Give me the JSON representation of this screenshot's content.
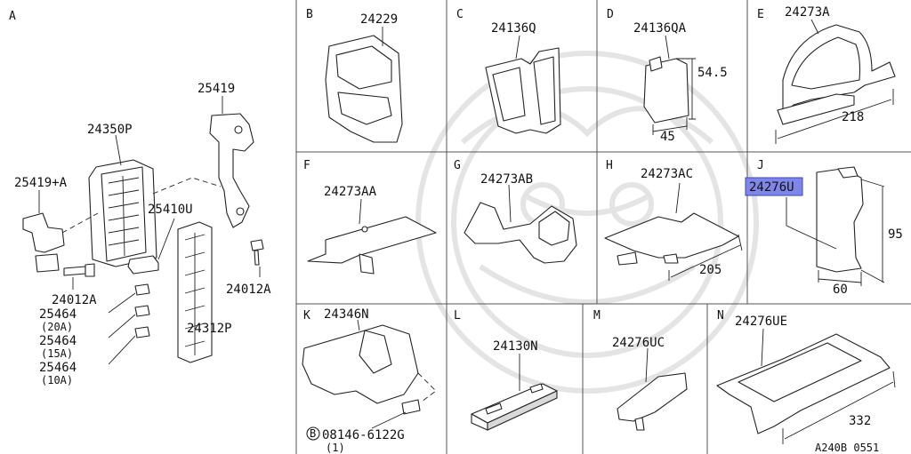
{
  "sections": [
    "A",
    "B",
    "C",
    "D",
    "E",
    "F",
    "G",
    "H",
    "J",
    "K",
    "L",
    "M",
    "N"
  ],
  "parts": {
    "a_25419": "25419",
    "a_24350P": "24350P",
    "a_25419A": "25419+A",
    "a_25410U": "25410U",
    "a_24012A_1": "24012A",
    "a_24012A_2": "24012A",
    "a_25464_1": "25464",
    "a_20A": "(20A)",
    "a_25464_2": "25464",
    "a_15A": "(15A)",
    "a_25464_3": "25464",
    "a_10A": "(10A)",
    "a_24312P": "24312P",
    "b": "24229",
    "c": "24136Q",
    "d": "24136QA",
    "e": "24273A",
    "f": "24273AA",
    "g": "24273AB",
    "h": "24273AC",
    "j": "24276U",
    "k": "24346N",
    "k_bolt": "08146-6122G",
    "k_bolt_symbol": "B",
    "k_qty": "(1)",
    "l": "24130N",
    "m": "24276UC",
    "n": "24276UE"
  },
  "dimensions": {
    "d_height": "54.5",
    "d_width": "45",
    "e_length": "218",
    "h_length": "205",
    "j_height": "95",
    "j_width": "60",
    "n_length": "332"
  },
  "highlight_color": "#7f86e8",
  "diagram_code": "A240B 0551"
}
